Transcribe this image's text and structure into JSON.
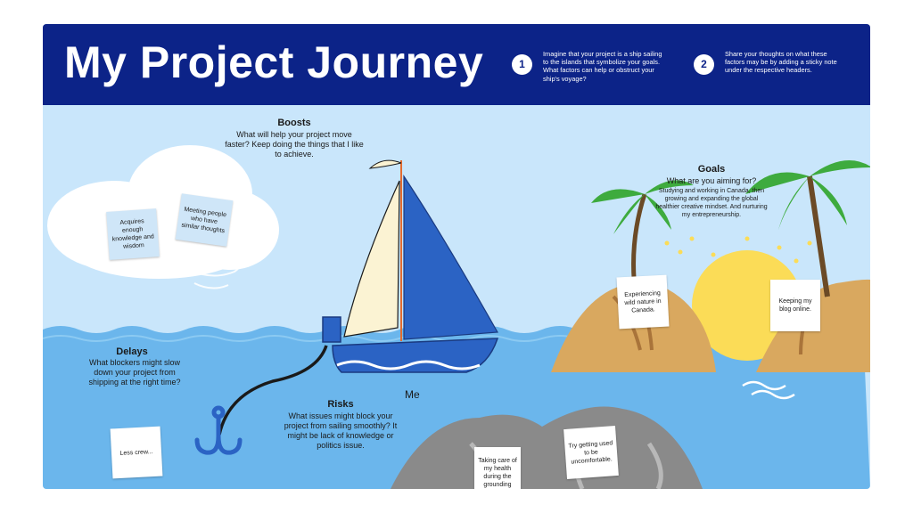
{
  "header": {
    "title": "My Project Journey",
    "steps": [
      {
        "number": "1",
        "text": "Imagine that your project is a ship sailing to the islands that symbolize your goals. What factors can help or obstruct your ship's voyage?"
      },
      {
        "number": "2",
        "text": "Share your thoughts on what these factors may be by adding a sticky note under the respective headers."
      }
    ]
  },
  "boosts": {
    "heading": "Boosts",
    "text": "What will help your project move faster? Keep doing the things that I like to achieve.",
    "notes": [
      "Acquires enough knowledge and wisdom",
      "Meeting people who have similar thoughts"
    ]
  },
  "goals": {
    "heading": "Goals",
    "subheading": "What are you aiming for?",
    "text": "Studying and working in Canada, then growing and expanding the global healthier creative mindset. And nurturing my entrepreneurship.",
    "notes": [
      "Experiencing wild nature in Canada.",
      "Keeping my blog online."
    ]
  },
  "delays": {
    "heading": "Delays",
    "text": "What blockers might slow down your project from shipping at the right time?",
    "notes": [
      "Less crew..."
    ]
  },
  "risks": {
    "heading": "Risks",
    "text": "What issues might block your project from sailing smoothly? It might be lack of knowledge or  politics issue.",
    "notes": [
      "Taking care of my health during the grounding",
      "Try getting used to be uncomfortable."
    ]
  },
  "ship_label": "Me",
  "colors": {
    "header_bg": "#0c2388",
    "sky": "#c9e6fb",
    "sea": "#6bb6ec",
    "sail_blue": "#2b63c4",
    "sun": "#fbdc57",
    "island": "#d9a85f",
    "rock": "#8a8a8a",
    "palm": "#3eab3e"
  }
}
